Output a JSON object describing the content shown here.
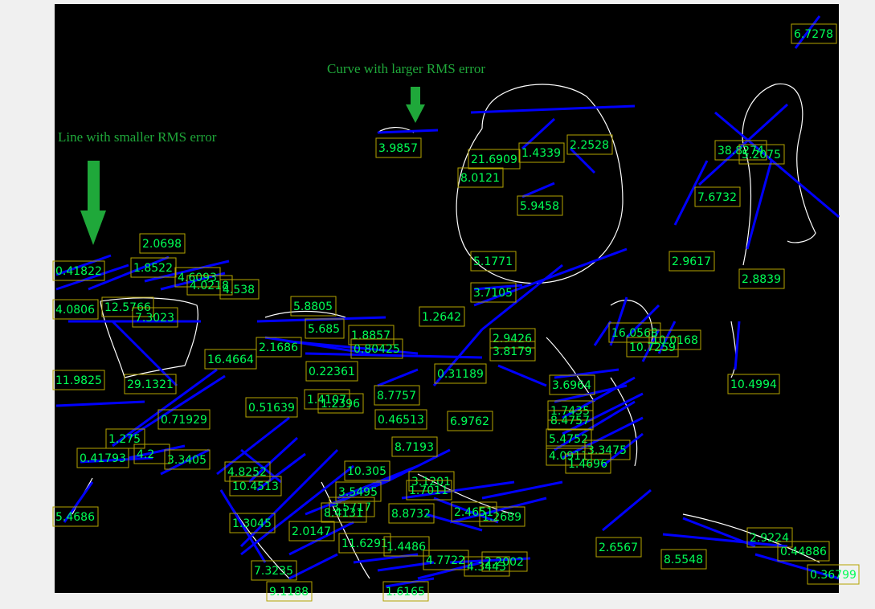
{
  "colors": {
    "figure_bg": "#f0f0f0",
    "axes_bg": "#000000",
    "edge": "#ffffff",
    "fit_line": "#0000ff",
    "box": "#b3a300",
    "label_text": "#00ff55",
    "arrow": "#1fa83a"
  },
  "annotations": {
    "curve_note": "Curve with larger RMS error",
    "line_note": "Line with smaller RMS error"
  },
  "rms_labels": [
    "6.7278",
    "38.8274",
    "5.2075",
    "7.6732",
    "2.9617",
    "2.8839",
    "10.4994",
    "3.9857",
    "21.6909",
    "1.4339",
    "2.2528",
    "8.0121",
    "5.9458",
    "5.1771",
    "3.7105",
    "1.2642",
    "2.0698",
    "0.41822",
    "1.8522",
    "4.6093",
    "4.0218",
    "4.538",
    "4.0806",
    "12.5766",
    "7.3023",
    "5.8805",
    "5.685",
    "1.8857",
    "2.1686",
    "0.80425",
    "16.4664",
    "11.9825",
    "29.1321",
    "0.22361",
    "2.9426",
    "3.8179",
    "0.31189",
    "16.0568",
    "10.0168",
    "10.7259",
    "3.6964",
    "8.7757",
    "1.4107",
    "1.2396",
    "0.51639",
    "0.71929",
    "0.46513",
    "6.9762",
    "1.7435",
    "8.4757",
    "5.4752",
    "4.0911",
    "3.3475",
    "1.4696",
    "1.275",
    "0.41793",
    "4.2",
    "3.3405",
    "8.7193",
    "4.8252",
    "10.305",
    "10.4513",
    "3.1201",
    "1.7011",
    "3.5495",
    "2.4651",
    "1.2689",
    "1.3045",
    "3.5717",
    "8.4131",
    "8.8732",
    "2.0147",
    "11.6291",
    "1.4486",
    "4.7722",
    "4.3443",
    "2.2002",
    "5.4686",
    "2.6567",
    "8.5548",
    "2.9224",
    "0.44886",
    "0.36799",
    "7.3235",
    "9.1188",
    "1.6165"
  ]
}
